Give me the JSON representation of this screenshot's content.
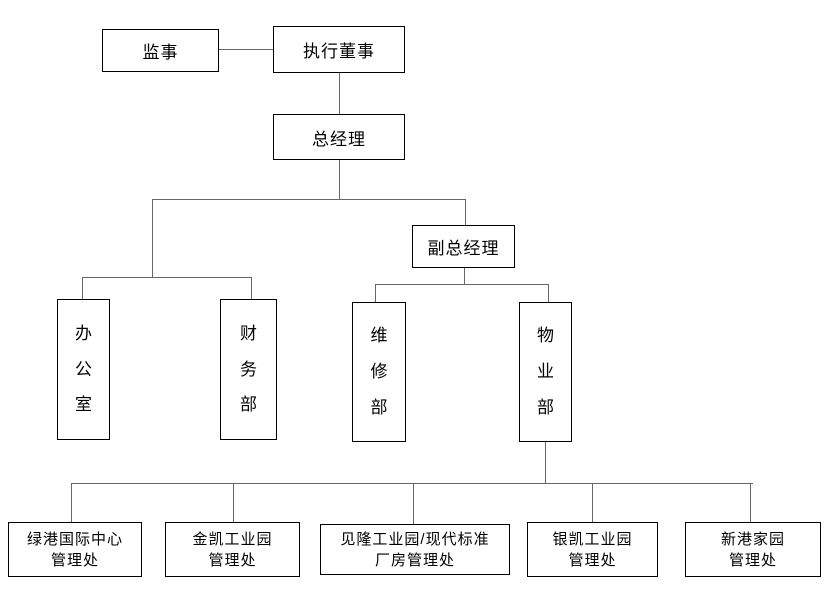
{
  "diagram": {
    "type": "org-chart",
    "background": "#ffffff",
    "box_border_color": "#000000",
    "connector_color": "#666666",
    "text_color": "#000000"
  },
  "nodes": {
    "supervisor": {
      "label": "监事"
    },
    "executive_director": {
      "label": "执行董事"
    },
    "general_manager": {
      "label": "总经理"
    },
    "deputy_general_manager": {
      "label": "副总经理"
    },
    "office": {
      "label": "办公室"
    },
    "finance_dept": {
      "label": "财务部"
    },
    "maintenance_dept": {
      "label": "维修部"
    },
    "property_dept": {
      "label": "物业部"
    },
    "lvgang_intl_center_office": {
      "lines": [
        "绿港国际中心",
        "管理处"
      ]
    },
    "jinkai_industrial_park_office": {
      "lines": [
        "金凯工业园",
        "管理处"
      ]
    },
    "jianlong_modern_plant_office": {
      "lines": [
        "见隆工业园/现代标准",
        "厂房管理处"
      ]
    },
    "yinkai_industrial_park_office": {
      "lines": [
        "银凯工业园",
        "管理处"
      ]
    },
    "xingang_home_office": {
      "lines": [
        "新港家园",
        "管理处"
      ]
    }
  },
  "edges": [
    [
      "supervisor",
      "executive_director"
    ],
    [
      "executive_director",
      "general_manager"
    ],
    [
      "general_manager",
      "office"
    ],
    [
      "general_manager",
      "finance_dept"
    ],
    [
      "general_manager",
      "deputy_general_manager"
    ],
    [
      "deputy_general_manager",
      "maintenance_dept"
    ],
    [
      "deputy_general_manager",
      "property_dept"
    ],
    [
      "property_dept",
      "lvgang_intl_center_office"
    ],
    [
      "property_dept",
      "jinkai_industrial_park_office"
    ],
    [
      "property_dept",
      "jianlong_modern_plant_office"
    ],
    [
      "property_dept",
      "yinkai_industrial_park_office"
    ],
    [
      "property_dept",
      "xingang_home_office"
    ]
  ]
}
